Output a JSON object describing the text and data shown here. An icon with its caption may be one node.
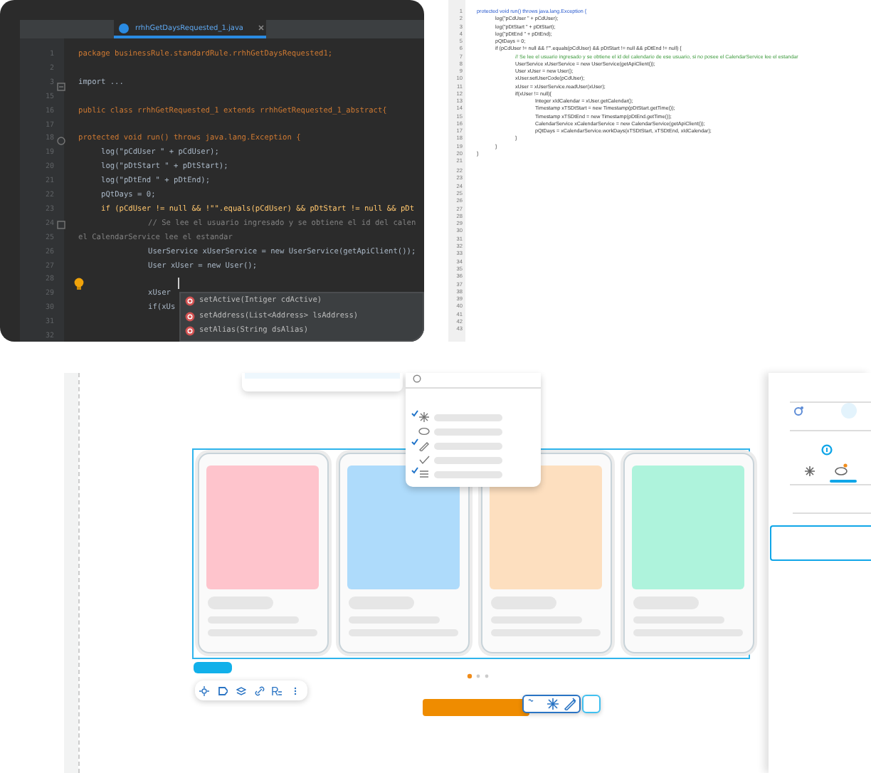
{
  "diagram": {
    "labels": [
      "rrhhGetDaysRequested_1.java",
      "1",
      "package businessRule.standardRule.rrhhGetDaysRequested1;",
      "2",
      "3",
      "import ...",
      "15",
      "16",
      "public class rrhhGetRequested_1 extends rrhhGetRequested_1_abstract{",
      "17",
      "18",
      "protected void run() throws java.lang.Exception {",
      "19",
      "log(\"pCdUser \" + pCdUser);",
      "20",
      "log(\"pDtStart \" + pDtStart);",
      "21",
      "log(\"pDtEnd \" + pDtEnd);",
      "22",
      "pQtDays = 0;",
      "23",
      "if (pCdUser != null && !\"\".equals(pCdUser) && pDtStart != null && pDt",
      "24",
      "// Se lee el usuario ingresado y se obtiene el id del calen",
      "25",
      "el CalendarService lee el estandar",
      "26",
      "UserService xUserService = new UserService(getApiClient());",
      "27",
      "User xUser = new User();",
      "28",
      "29",
      "xUser",
      "30",
      "if(xUs",
      "31",
      "32",
      "setActive(Intiger cdActive)",
      "setAddress(List<Address> lsAddress)",
      "setAlias(String dsAlias)",
      "1",
      "protected void run() throws java.lang.Exception {",
      "2",
      "log(\"pCdUser \" + pCdUser);",
      "3",
      "log(\"pDtStart \" + pDtStart);",
      "4",
      "log(\"pDtEnd \" + pDtEnd);",
      "5",
      "pQtDays = 0;",
      "6",
      "if (pCdUser != null && !\"\".equals(pCdUser) && pDtStart != null && pDtEnd != null) {",
      "7",
      "// Se lee el usuario ingresado y se obtiene el id del calendario de ese usuario, si no posee el CalendarService lee el estandar",
      "8",
      "UserService xUserService = new UserService(getApiClient());",
      "9",
      "User xUser = new User();",
      "10",
      "xUser.setUserCode(pCdUser);",
      "11",
      "xUser = xUserService.readUser(xUser);",
      "12",
      "if(xUser != null){",
      "13",
      "Integer xIdCalendar = xUser.getCalendar();",
      "14",
      "Timestamp xTSDtStart = new Timestamp(pDtStart.getTime());",
      "15",
      "Timestamp xTSDtEnd = new Timestamp(pDtEnd.getTime());",
      "16",
      "CalendarService xCalendarService = new CalendarService(getApiClient());",
      "17",
      "pQtDays = xCalendarService.workDays(xTSDtStart, xTSDtEnd, xIdCalendar);",
      "18",
      "}",
      "19",
      "}",
      "20",
      "}",
      "21",
      "22",
      "23",
      "24",
      "25",
      "26",
      "27",
      "28",
      "29",
      "30",
      "31",
      "32",
      "33",
      "34",
      "35",
      "36",
      "37",
      "38",
      "39",
      "40",
      "41",
      "42",
      "43"
    ]
  }
}
